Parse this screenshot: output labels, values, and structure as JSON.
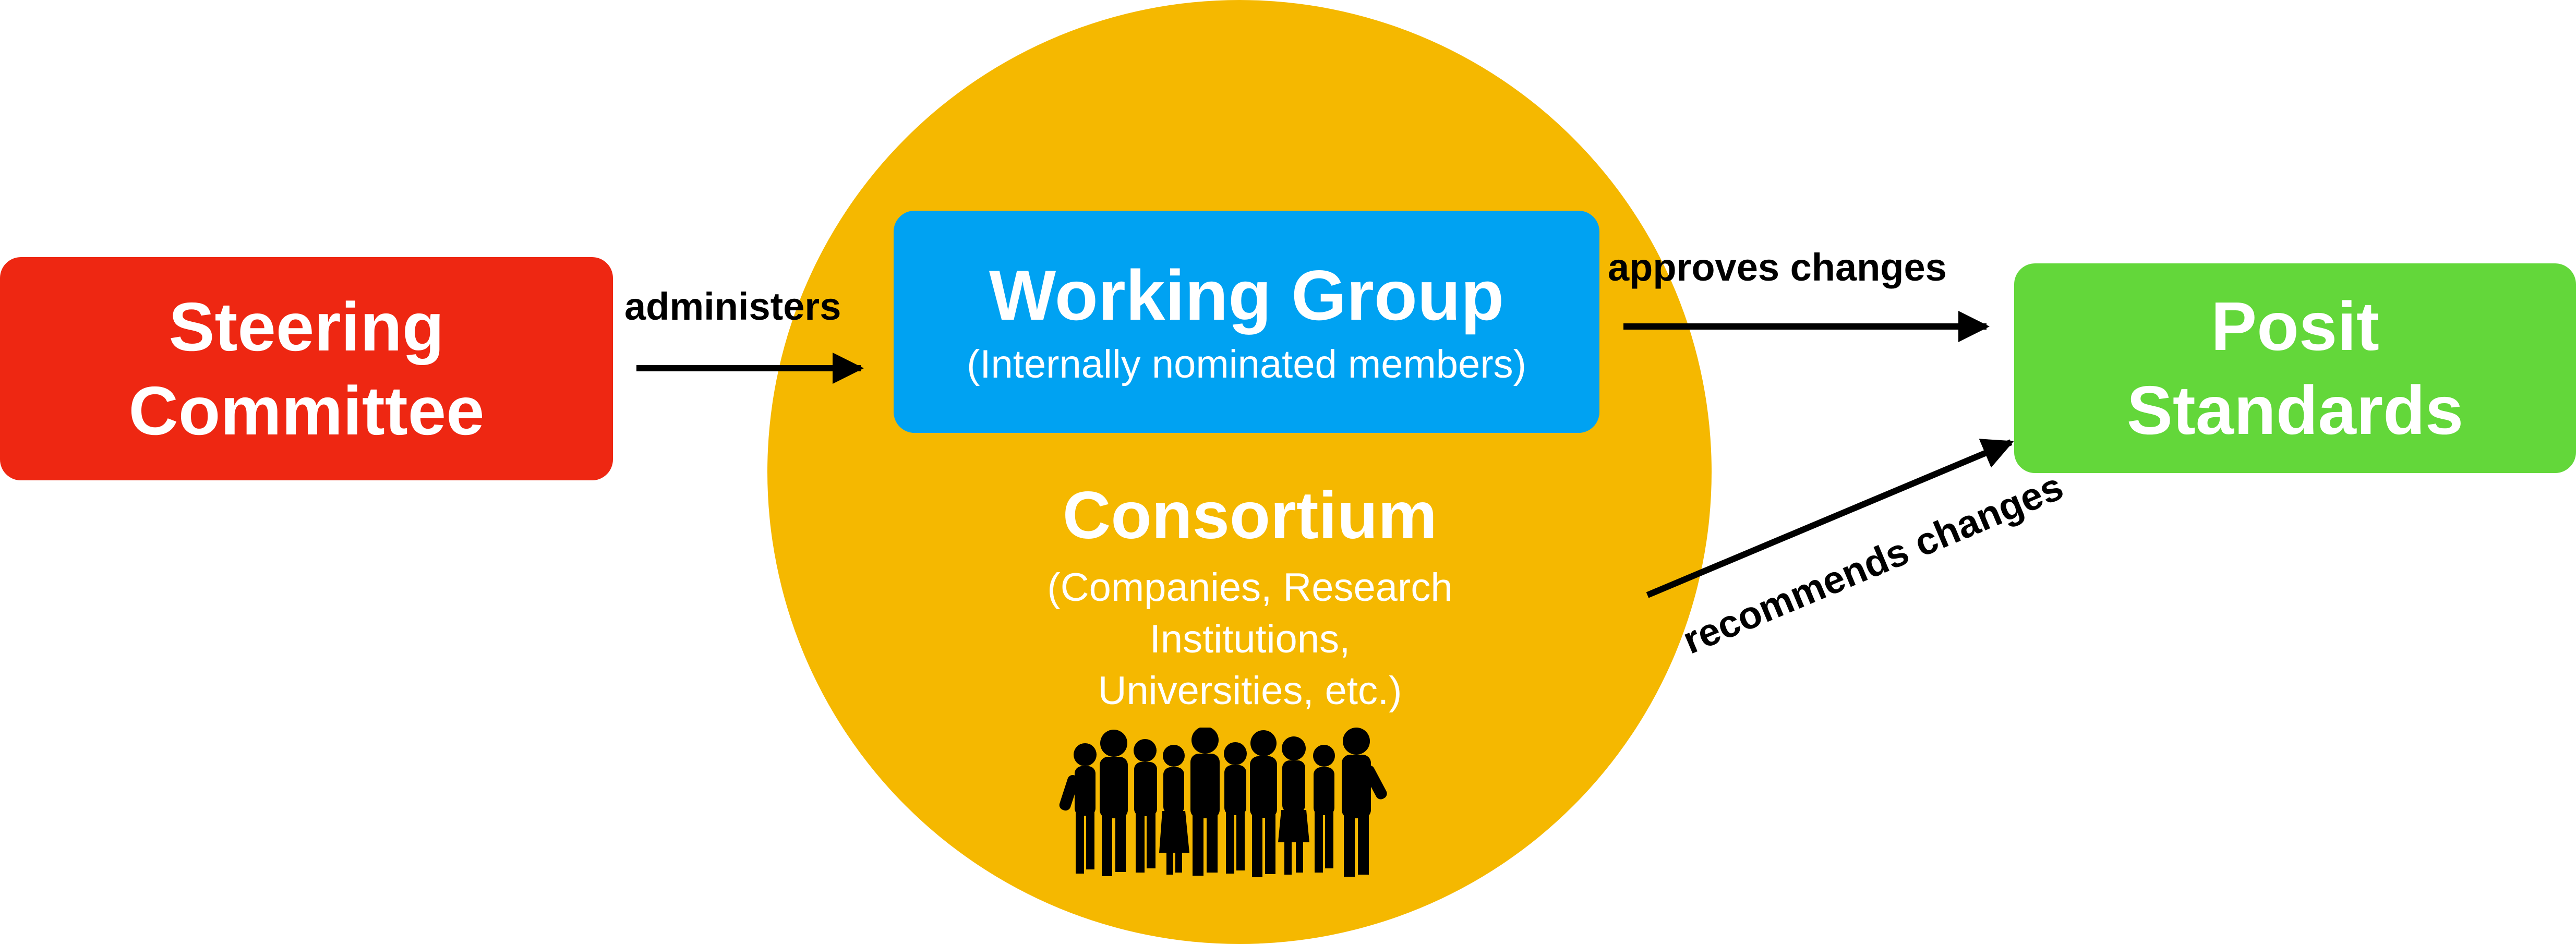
{
  "steering": {
    "title": "Steering\nCommittee"
  },
  "working_group": {
    "title": "Working Group",
    "subtitle": "(Internally nominated members)"
  },
  "posit": {
    "title": "Posit\nStandards"
  },
  "consortium": {
    "title": "Consortium",
    "subtitle": "(Companies, Research\nInstitutions,\nUniversities, etc.)"
  },
  "edges": {
    "administers": "administers",
    "approves": "approves changes",
    "recommends": "recommends changes"
  },
  "colors": {
    "steering": "#ee2712",
    "working_group": "#00a2f2",
    "posit": "#63d73a",
    "consortium": "#f5b800"
  },
  "icons": {
    "people": "people-silhouette-icon"
  }
}
